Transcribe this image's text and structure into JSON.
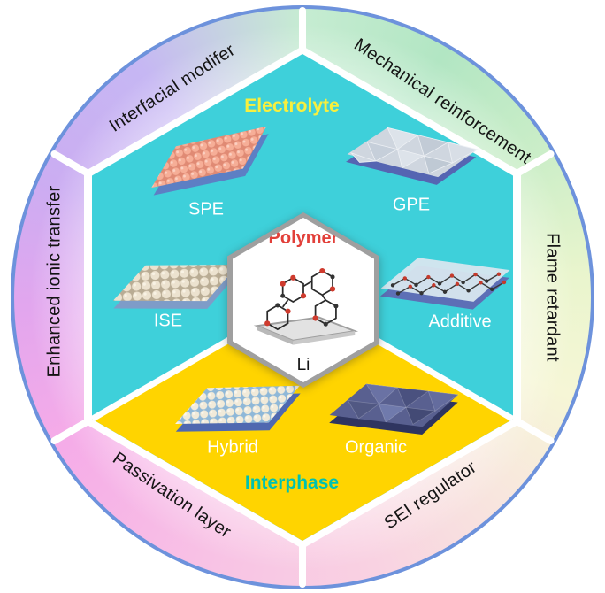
{
  "colors": {
    "ring_border": "#6d92dc",
    "electrolyte_fill": "#3ed0da",
    "interphase_fill": "#ffd400",
    "electrolyte_label_color": "#f7ef3e",
    "interphase_label_color": "#00c2b0",
    "polymer_label_color": "#e2403a"
  },
  "ring": {
    "labels": [
      "Interfacial modifer",
      "Mechanical reinforcement",
      "Flame retardant",
      "SEI regulator",
      "Passivation layer",
      "Enhanced ionic transfer"
    ]
  },
  "regions": {
    "electrolyte": "Electrolyte",
    "interphase": "Interphase"
  },
  "items": {
    "spe": "SPE",
    "gpe": "GPE",
    "ise": "ISE",
    "additive": "Additive",
    "hybrid": "Hybrid",
    "organic": "Organic"
  },
  "center": {
    "title": "Polymer",
    "substrate": "Li"
  }
}
